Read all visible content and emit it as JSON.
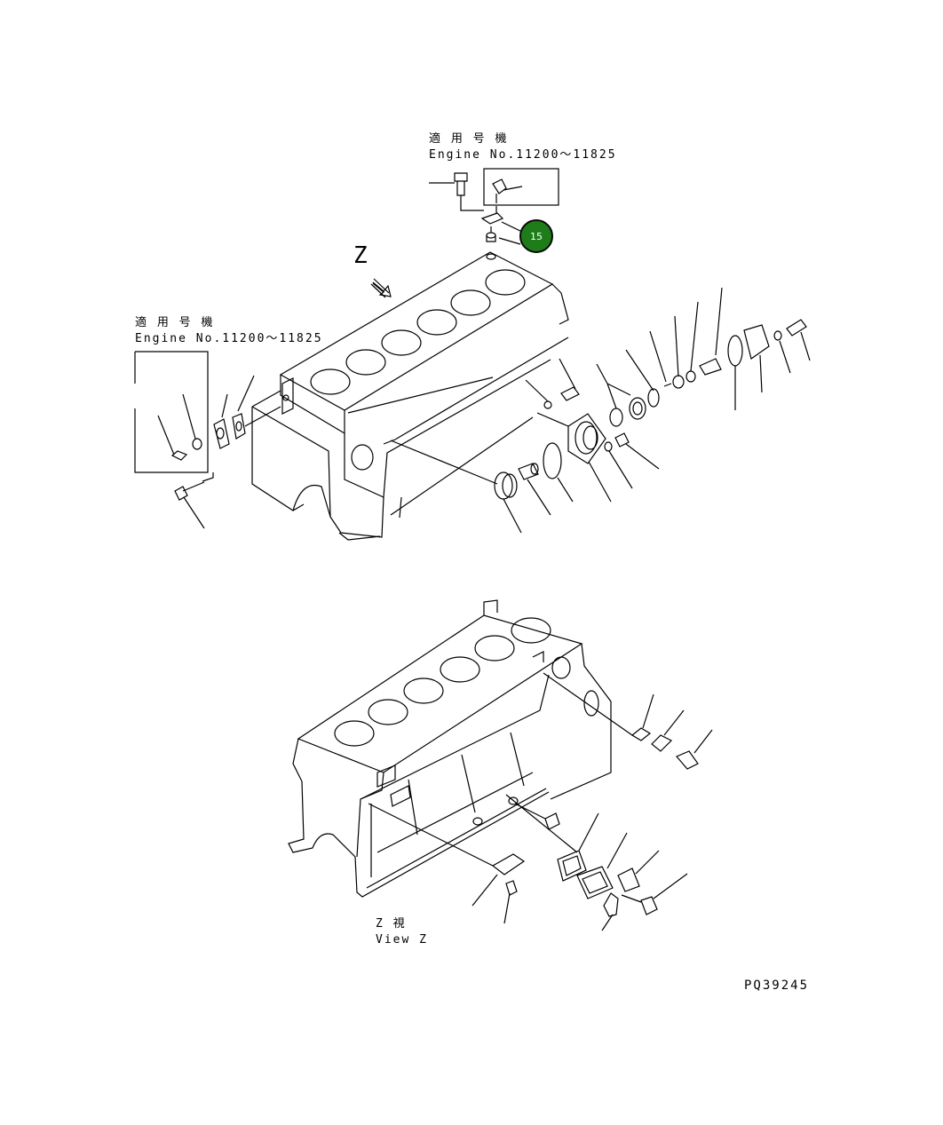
{
  "labels": {
    "top_applicable_jp": "適 用 号 機",
    "top_engine_no": "Engine No.11200〜11825",
    "left_applicable_jp": "適 用 号 機",
    "left_engine_no": "Engine No.11200〜11825",
    "z_letter": "Z",
    "view_z_jp": "Z  視",
    "view_z_en": "View Z",
    "drawing_number": "PQ39245"
  },
  "callouts": [
    {
      "number": "15",
      "color": "#1e7d18"
    }
  ]
}
